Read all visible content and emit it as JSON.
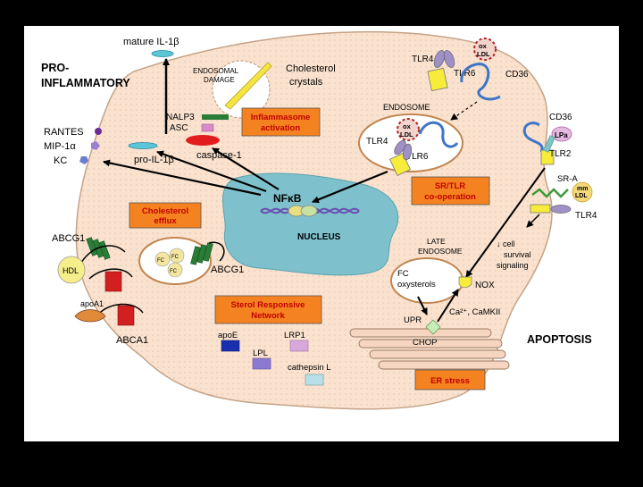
{
  "labels": {
    "mature_il1b": "mature IL-1β",
    "pro_inflammatory_1": "PRO-",
    "pro_inflammatory_2": "INFLAMMATORY",
    "endosomal_damage_1": "ENDOSOMAL",
    "endosomal_damage_2": "DAMAGE",
    "cholesterol_crystals_1": "Cholesterol",
    "cholesterol_crystals_2": "crystals",
    "nalp3": "NALP3",
    "asc": "ASC",
    "caspase1": "caspase-1",
    "pro_il1b": "pro-IL-1β",
    "rantes": "RANTES",
    "mip1a": "MIP-1α",
    "kc": "KC",
    "tlr4_top": "TLR4",
    "tlr6_top": "TLR6",
    "cd36_top": "CD36",
    "ox_ldl_1": "ox",
    "ox_ldl_2": "LDL",
    "endosome": "ENDOSOME",
    "tlr4_mid": "TLR4",
    "tlr6_mid": "TLR6",
    "ox_ldl_endo_1": "ox",
    "ox_ldl_endo_2": "LDL",
    "cd36_right": "CD36",
    "lpa": "LPa",
    "tlr2": "TLR2",
    "sra": "SR-A",
    "mm_ldl_1": "mm",
    "mm_ldl_2": "LDL",
    "tlr4_right": "TLR4",
    "cell_survival_1": "↓ cell",
    "cell_survival_2": "survival",
    "cell_survival_3": "signaling",
    "nfkb": "NFκB",
    "nucleus": "NUCLEUS",
    "abcg1_left": "ABCG1",
    "hdl": "HDL",
    "apoa1": "apoA1",
    "abca1": "ABCA1",
    "fc": "FC",
    "abcg1_right": "ABCG1",
    "late_endosome_1": "LATE",
    "late_endosome_2": "ENDOSOME",
    "fc_oxysterols_1": "FC",
    "fc_oxysterols_2": "oxysterols",
    "nox": "NOX",
    "upr": "UPR",
    "chop": "CHOP",
    "ca_camkii": "Ca²⁺, CaMKII",
    "apoptosis": "APOPTOSIS",
    "apoe": "apoE",
    "lpl": "LPL",
    "lrp1": "LRP1",
    "cathepsin_l": "cathepsin L"
  },
  "boxes": {
    "inflammasome_1": "Inflammasome",
    "inflammasome_2": "activation",
    "srtlr_1": "SR/TLR",
    "srtlr_2": "co-operation",
    "cholesterol_efflux_1": "Cholesterol",
    "cholesterol_efflux_2": "efflux",
    "sterol_1": "Sterol Responsive",
    "sterol_2": "Network",
    "er_stress": "ER stress"
  },
  "colors": {
    "background": "#000000",
    "panel": "#ffffff",
    "cell": "#fae2cf",
    "cell_outline": "#c4a285",
    "nucleus": "#7ec1cc",
    "box_fill": "#f58220",
    "box_text": "#c00000",
    "endosome_ring": "#c08550",
    "tlr_yellow": "#f7ec3a",
    "tlr_purple": "#9f90c8",
    "receptor_green": "#2a7d36",
    "receptor_red": "#d21f1f",
    "cd36_blue": "#3d76c6",
    "oxldl_red": "#b02424"
  }
}
